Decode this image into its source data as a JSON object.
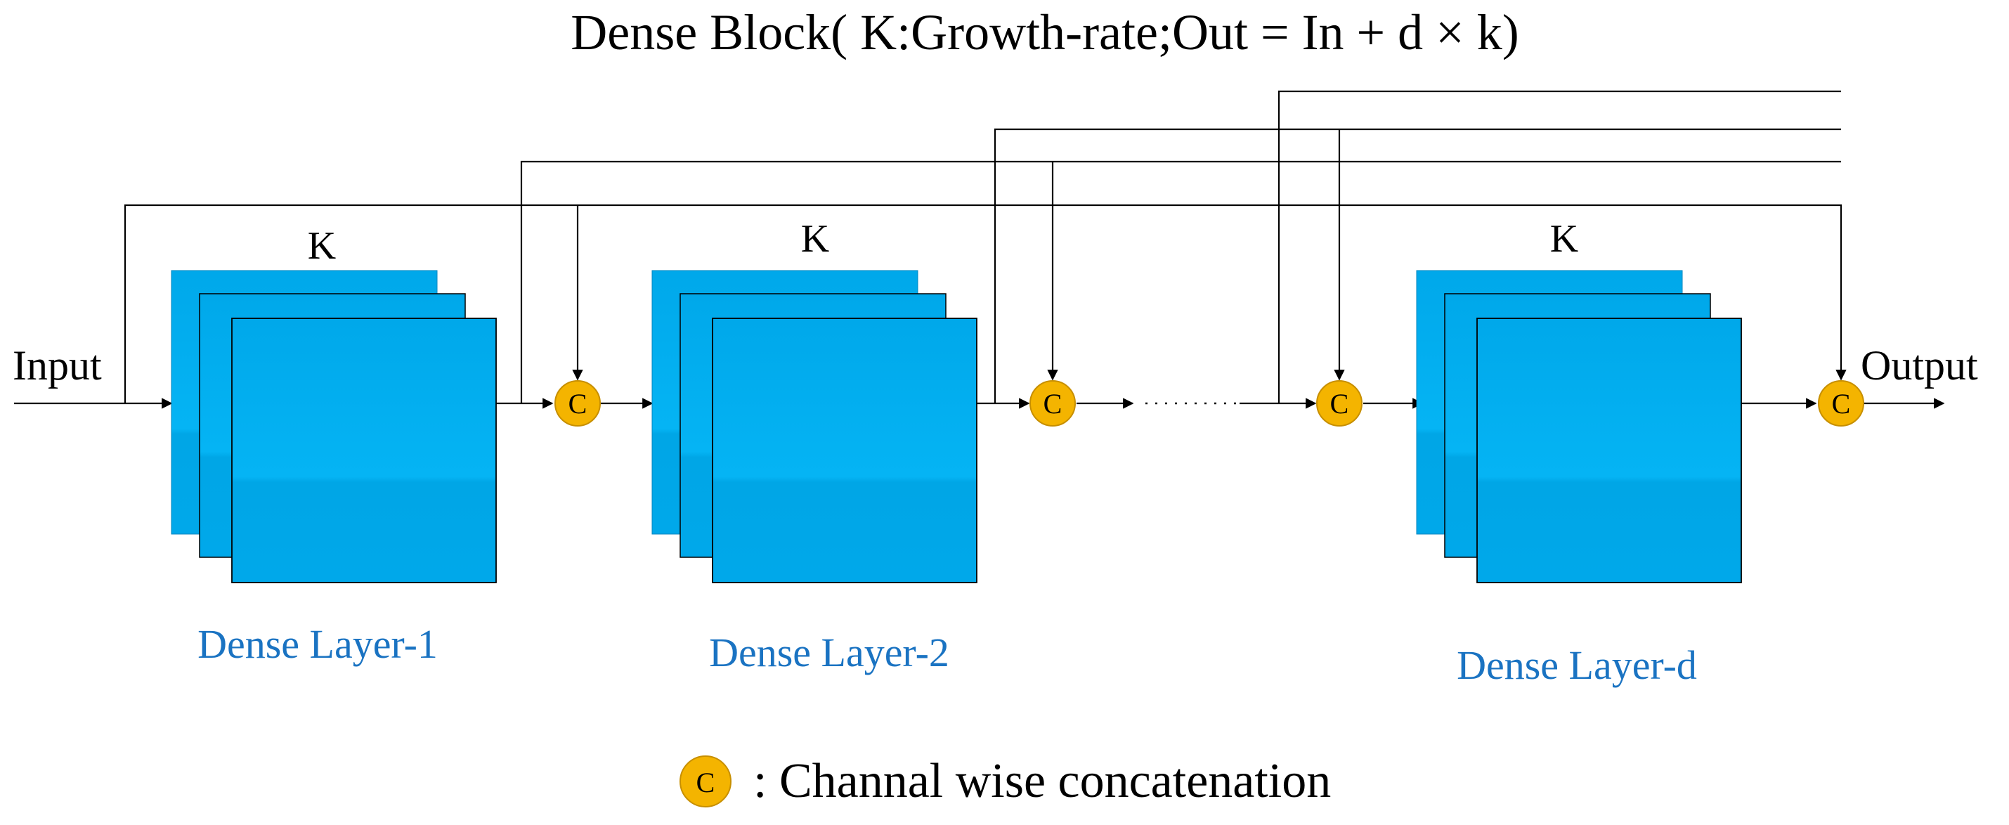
{
  "title": "Dense Block( K:Growth-rate;Out = In + d × k)",
  "input_label": "Input",
  "output_label": "Output",
  "growth_label": "K",
  "concat_symbol": "C",
  "legend_text": ": Channal wise concatenation",
  "layers": [
    {
      "label": "Dense Layer-1"
    },
    {
      "label": "Dense Layer-2"
    },
    {
      "label": "Dense Layer-d"
    }
  ],
  "colors": {
    "layer_fill": "#00A8EA",
    "layer_fill_light": "#0BB6F4",
    "layer_label": "#1A73C2",
    "concat_fill": "#F4B400",
    "concat_stroke": "#C78F00",
    "wire": "#000000"
  }
}
